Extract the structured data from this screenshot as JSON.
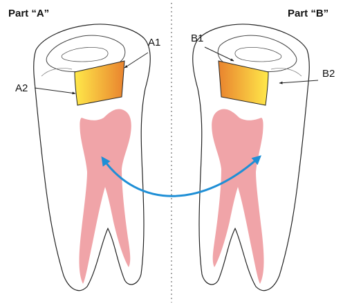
{
  "parts": {
    "a": {
      "title": "Part “A”",
      "upper_label": "A1",
      "lower_label": "A2"
    },
    "b": {
      "title": "Part “B”",
      "upper_label": "B1",
      "lower_label": "B2"
    }
  },
  "colors": {
    "pulp": "#f0a4a8",
    "inlay_light": "#ffe94a",
    "inlay_dark": "#e9832e",
    "arrow": "#1f8fd6",
    "outline": "#222222",
    "divider": "#555555"
  },
  "icons": {
    "divider": "dotted-vertical-line",
    "connector": "double-headed-curved-arrow"
  }
}
